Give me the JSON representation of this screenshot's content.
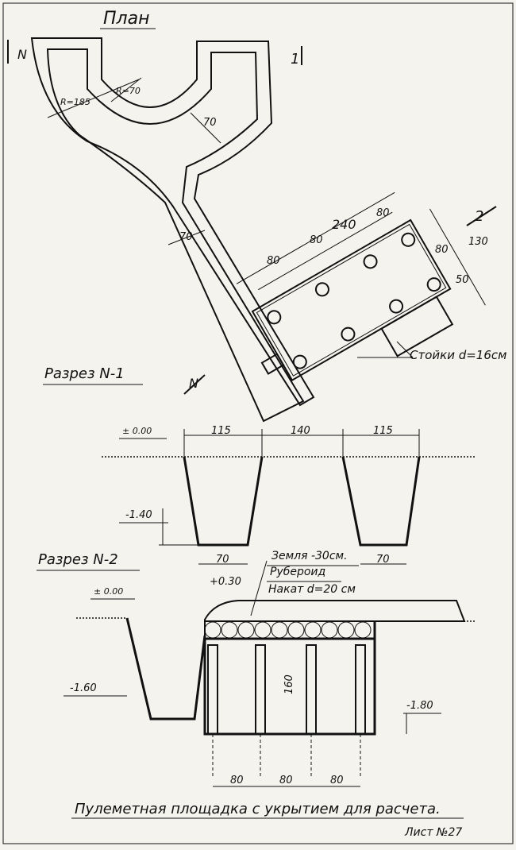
{
  "plan": {
    "title": "План",
    "section_mark_1": "1",
    "section_mark_2": "2",
    "section_cut_left": "N",
    "section_cut_bottom": "N",
    "radius_outer": "R=185",
    "radius_inner": "R=70",
    "width_branch": "70",
    "width_trench": "70",
    "dim_total": "240",
    "dim_top_80": "80",
    "dim_mid_80": "80",
    "dim_low_80": "80",
    "dim_right_80": "80",
    "dim_right_50": "50",
    "dim_right_130": "130",
    "posts_label": "Стойки d=16см"
  },
  "section1": {
    "title": "Разрез N-1",
    "level_zero": "± 0.00",
    "level_depth": "-1.40",
    "dim_left_top": "115",
    "dim_middle": "140",
    "dim_right_top": "115",
    "dim_left_bottom": "70",
    "dim_right_bottom": "70"
  },
  "section2": {
    "title": "Разрез N-2",
    "level_zero": "± 0.00",
    "level_roof": "+0.30",
    "level_left": "-1.60",
    "level_right": "-1.80",
    "layer_earth": "Земля -30см.",
    "layer_roofing": "Рубероид",
    "layer_logs": "Накат d=20 см",
    "height_160": "160",
    "dim_80_a": "80",
    "dim_80_b": "80",
    "dim_80_c": "80"
  },
  "footer": {
    "caption": "Пулеметная площадка с укрытием для расчета.",
    "sheet": "Лист №27"
  }
}
